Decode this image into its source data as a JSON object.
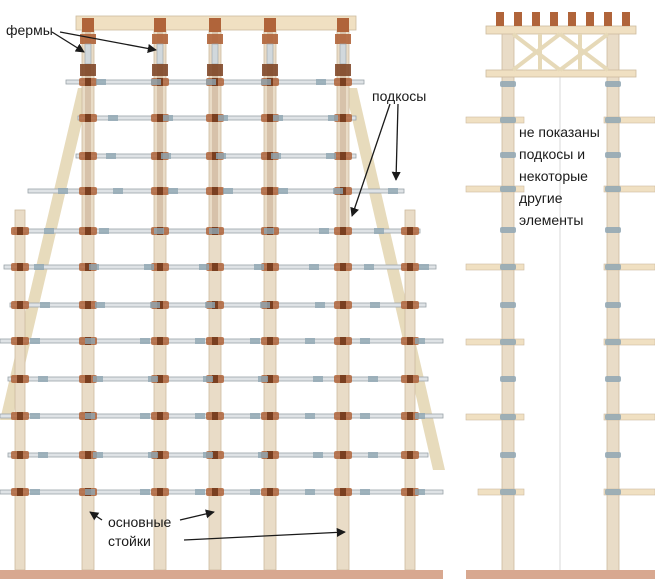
{
  "labels": {
    "trusses": "фермы",
    "braces": "подкосы",
    "main_posts_line1": "основные",
    "main_posts_line2": "стойки",
    "note": "не показаны\nподкосы и\nнекоторые\nдругие\nэлементы"
  },
  "colors": {
    "post": "#e9dcc7",
    "post_edge": "#cdbb9f",
    "post_shadow": "#c9ad92",
    "brace": "#e6d9b8",
    "ledger": "#dfe3e6",
    "ledger_edge": "#9aa3a9",
    "coupler": "#8fa6b3",
    "nut": "#b0643a",
    "nut_dark": "#7a3f20",
    "beam": "#f0e0c2",
    "ground": "#d8a890",
    "arrow": "#1a1a1a"
  }
}
